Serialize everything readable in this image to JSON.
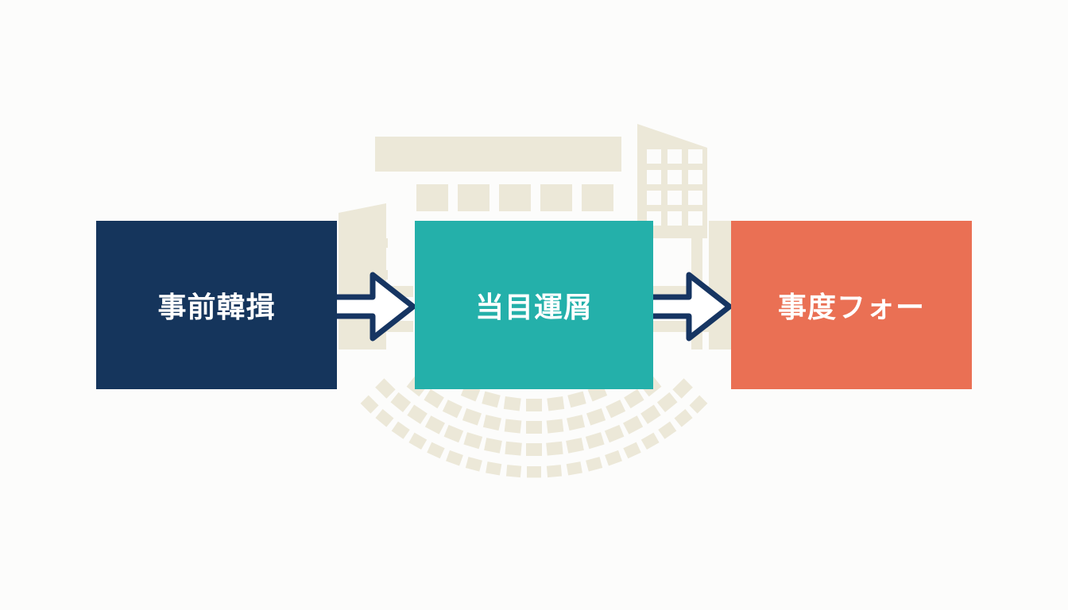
{
  "colors": {
    "background": "#fcfcfb",
    "building_tint": "#ece8d8",
    "arrow_stroke": "#163562",
    "arrow_fill": "#ffffff",
    "label_text": "#ffffff"
  },
  "steps": [
    {
      "label": "事前韓揖",
      "color": "#15355c"
    },
    {
      "label": "当目運屑",
      "color": "#24b0aa"
    },
    {
      "label": "事度フォー",
      "color": "#ea7054"
    }
  ],
  "icons": {
    "background": "building-stadium-illustration",
    "connector": "right-arrow-icon"
  }
}
